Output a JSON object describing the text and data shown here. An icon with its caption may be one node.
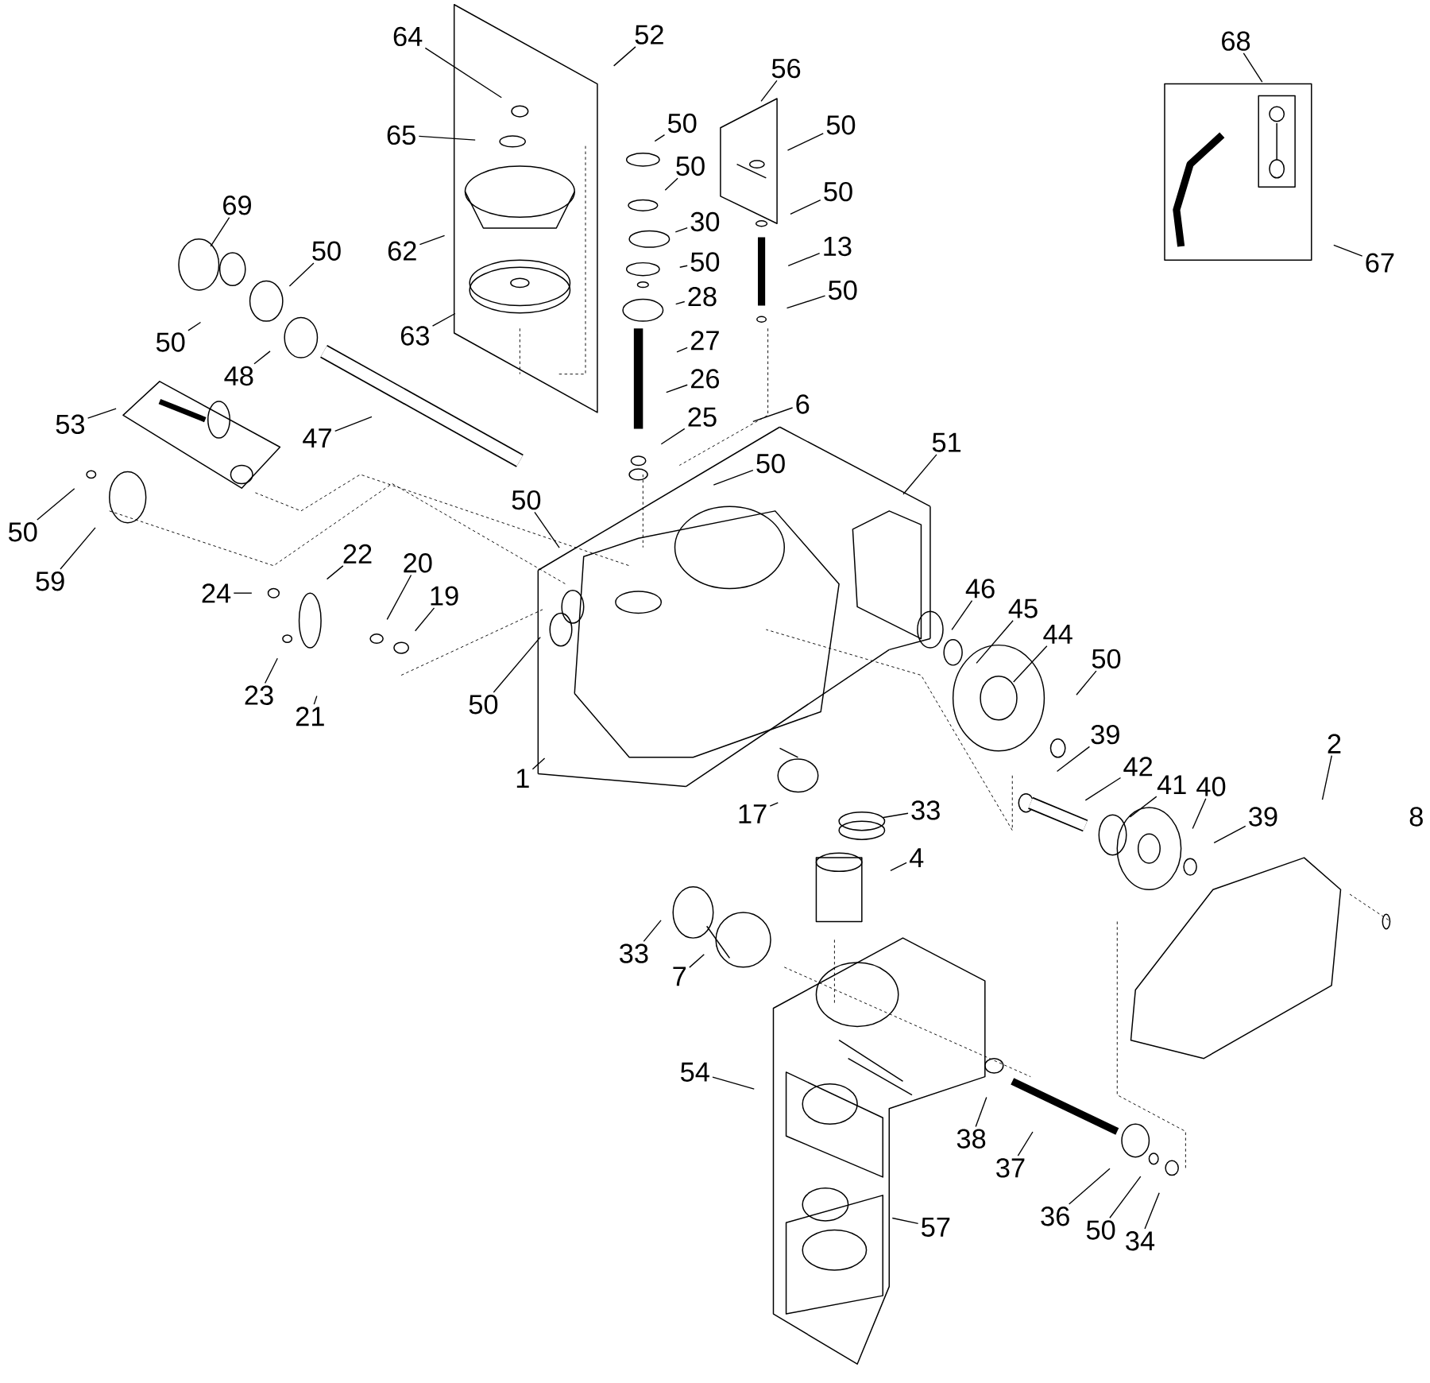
{
  "diagram": {
    "nodes": [
      {
        "text": [
          "64"
        ]
      },
      {
        "text": [
          "52"
        ]
      },
      {
        "text": [
          "65"
        ]
      },
      {
        "text": [
          "50"
        ]
      },
      {
        "text": [
          "50"
        ]
      },
      {
        "text": [
          "56"
        ]
      },
      {
        "text": [
          "50"
        ]
      },
      {
        "text": [
          "50"
        ]
      },
      {
        "text": [
          "30"
        ]
      },
      {
        "text": [
          "69"
        ]
      },
      {
        "text": [
          "50"
        ]
      },
      {
        "text": [
          "50"
        ]
      },
      {
        "text": [
          "13"
        ]
      },
      {
        "text": [
          "62"
        ]
      },
      {
        "text": [
          "50"
        ]
      },
      {
        "text": [
          "28"
        ]
      },
      {
        "text": [
          "50"
        ]
      },
      {
        "text": [
          "63"
        ]
      },
      {
        "text": [
          "27"
        ]
      },
      {
        "text": [
          "48"
        ]
      },
      {
        "text": [
          "26"
        ]
      },
      {
        "text": [
          "25"
        ]
      },
      {
        "text": [
          "6"
        ]
      },
      {
        "text": [
          "53"
        ]
      },
      {
        "text": [
          "47"
        ]
      },
      {
        "text": [
          "51"
        ]
      },
      {
        "text": [
          "50"
        ]
      },
      {
        "text": [
          "50"
        ]
      },
      {
        "text": [
          "50"
        ]
      },
      {
        "text": [
          "22"
        ]
      },
      {
        "text": [
          "59"
        ]
      },
      {
        "text": [
          "20"
        ]
      },
      {
        "text": [
          "24"
        ]
      },
      {
        "text": [
          "19"
        ]
      },
      {
        "text": [
          "46"
        ]
      },
      {
        "text": [
          "45"
        ]
      },
      {
        "text": [
          "44"
        ]
      },
      {
        "text": [
          "50"
        ]
      },
      {
        "text": [
          "23"
        ]
      },
      {
        "text": [
          "21"
        ]
      },
      {
        "text": [
          "50"
        ]
      },
      {
        "text": [
          "39"
        ]
      },
      {
        "text": [
          "2"
        ]
      },
      {
        "text": [
          "42"
        ]
      },
      {
        "text": [
          "41"
        ]
      },
      {
        "text": [
          "1"
        ]
      },
      {
        "text": [
          "40"
        ]
      },
      {
        "text": [
          "39"
        ]
      },
      {
        "text": [
          "17"
        ]
      },
      {
        "text": [
          "33"
        ]
      },
      {
        "text": [
          "8"
        ]
      },
      {
        "text": [
          "4"
        ]
      },
      {
        "text": [
          "33"
        ]
      },
      {
        "text": [
          "7"
        ]
      },
      {
        "text": [
          "54"
        ]
      },
      {
        "text": [
          "38"
        ]
      },
      {
        "text": [
          "37"
        ]
      },
      {
        "text": [
          "57"
        ]
      },
      {
        "text": [
          "36"
        ]
      },
      {
        "text": [
          "50"
        ]
      },
      {
        "text": [
          "34"
        ]
      },
      {
        "text": [
          "68"
        ]
      },
      {
        "text": [
          "67"
        ]
      }
    ],
    "edges": [
      {
        "from": 0,
        "to": null,
        "arrow": "none"
      },
      {
        "from": 1,
        "to": null,
        "arrow": "none"
      },
      {
        "from": 2,
        "to": null,
        "arrow": "none"
      },
      {
        "from": 3,
        "to": null,
        "arrow": "none"
      },
      {
        "from": 4,
        "to": null,
        "arrow": "none"
      },
      {
        "from": 5,
        "to": null,
        "arrow": "none"
      },
      {
        "from": 6,
        "to": null,
        "arrow": "none"
      },
      {
        "from": 7,
        "to": null,
        "arrow": "none"
      },
      {
        "from": 8,
        "to": null,
        "arrow": "none"
      },
      {
        "from": 9,
        "to": null,
        "arrow": "none"
      },
      {
        "from": 10,
        "to": null,
        "arrow": "none"
      },
      {
        "from": 11,
        "to": null,
        "arrow": "none"
      },
      {
        "from": 12,
        "to": null,
        "arrow": "none"
      },
      {
        "from": 13,
        "to": null,
        "arrow": "none"
      },
      {
        "from": 14,
        "to": null,
        "arrow": "none"
      },
      {
        "from": 15,
        "to": null,
        "arrow": "none"
      },
      {
        "from": 16,
        "to": null,
        "arrow": "none"
      },
      {
        "from": 17,
        "to": null,
        "arrow": "none"
      },
      {
        "from": 18,
        "to": null,
        "arrow": "none"
      },
      {
        "from": 19,
        "to": null,
        "arrow": "none"
      },
      {
        "from": 20,
        "to": null,
        "arrow": "none"
      },
      {
        "from": 21,
        "to": null,
        "arrow": "none"
      },
      {
        "from": 22,
        "to": null,
        "arrow": "none"
      },
      {
        "from": 23,
        "to": null,
        "arrow": "none"
      },
      {
        "from": 24,
        "to": null,
        "arrow": "none"
      },
      {
        "from": 25,
        "to": null,
        "arrow": "none"
      },
      {
        "from": 26,
        "to": null,
        "arrow": "none"
      },
      {
        "from": 27,
        "to": null,
        "arrow": "none"
      },
      {
        "from": 28,
        "to": null,
        "arrow": "none"
      },
      {
        "from": 29,
        "to": null,
        "arrow": "none"
      },
      {
        "from": 30,
        "to": null,
        "arrow": "none"
      },
      {
        "from": 31,
        "to": null,
        "arrow": "none"
      },
      {
        "from": 32,
        "to": null,
        "arrow": "none"
      },
      {
        "from": 33,
        "to": null,
        "arrow": "none"
      },
      {
        "from": 34,
        "to": null,
        "arrow": "none"
      },
      {
        "from": 35,
        "to": null,
        "arrow": "none"
      },
      {
        "from": 36,
        "to": null,
        "arrow": "none"
      },
      {
        "from": 37,
        "to": null,
        "arrow": "none"
      },
      {
        "from": 38,
        "to": null,
        "arrow": "none"
      },
      {
        "from": 39,
        "to": null,
        "arrow": "none"
      },
      {
        "from": 40,
        "to": null,
        "arrow": "none"
      },
      {
        "from": 41,
        "to": null,
        "arrow": "none"
      },
      {
        "from": 42,
        "to": null,
        "arrow": "none"
      },
      {
        "from": 43,
        "to": null,
        "arrow": "none"
      },
      {
        "from": 44,
        "to": null,
        "arrow": "none"
      },
      {
        "from": 45,
        "to": null,
        "arrow": "none"
      },
      {
        "from": 46,
        "to": null,
        "arrow": "none"
      },
      {
        "from": 47,
        "to": null,
        "arrow": "none"
      },
      {
        "from": 48,
        "to": null,
        "arrow": "none"
      },
      {
        "from": 49,
        "to": null,
        "arrow": "none"
      },
      {
        "from": 51,
        "to": null,
        "arrow": "none"
      },
      {
        "from": 52,
        "to": null,
        "arrow": "none"
      },
      {
        "from": 53,
        "to": null,
        "arrow": "none"
      },
      {
        "from": 54,
        "to": null,
        "arrow": "none"
      },
      {
        "from": 55,
        "to": null,
        "arrow": "none"
      },
      {
        "from": 56,
        "to": null,
        "arrow": "none"
      },
      {
        "from": 57,
        "to": null,
        "arrow": "none"
      },
      {
        "from": 58,
        "to": null,
        "arrow": "none"
      },
      {
        "from": 59,
        "to": null,
        "arrow": "none"
      },
      {
        "from": 60,
        "to": null,
        "arrow": "none"
      },
      {
        "from": 61,
        "to": null,
        "arrow": "none"
      },
      {
        "from": 62,
        "to": null,
        "arrow": "none"
      }
    ]
  }
}
